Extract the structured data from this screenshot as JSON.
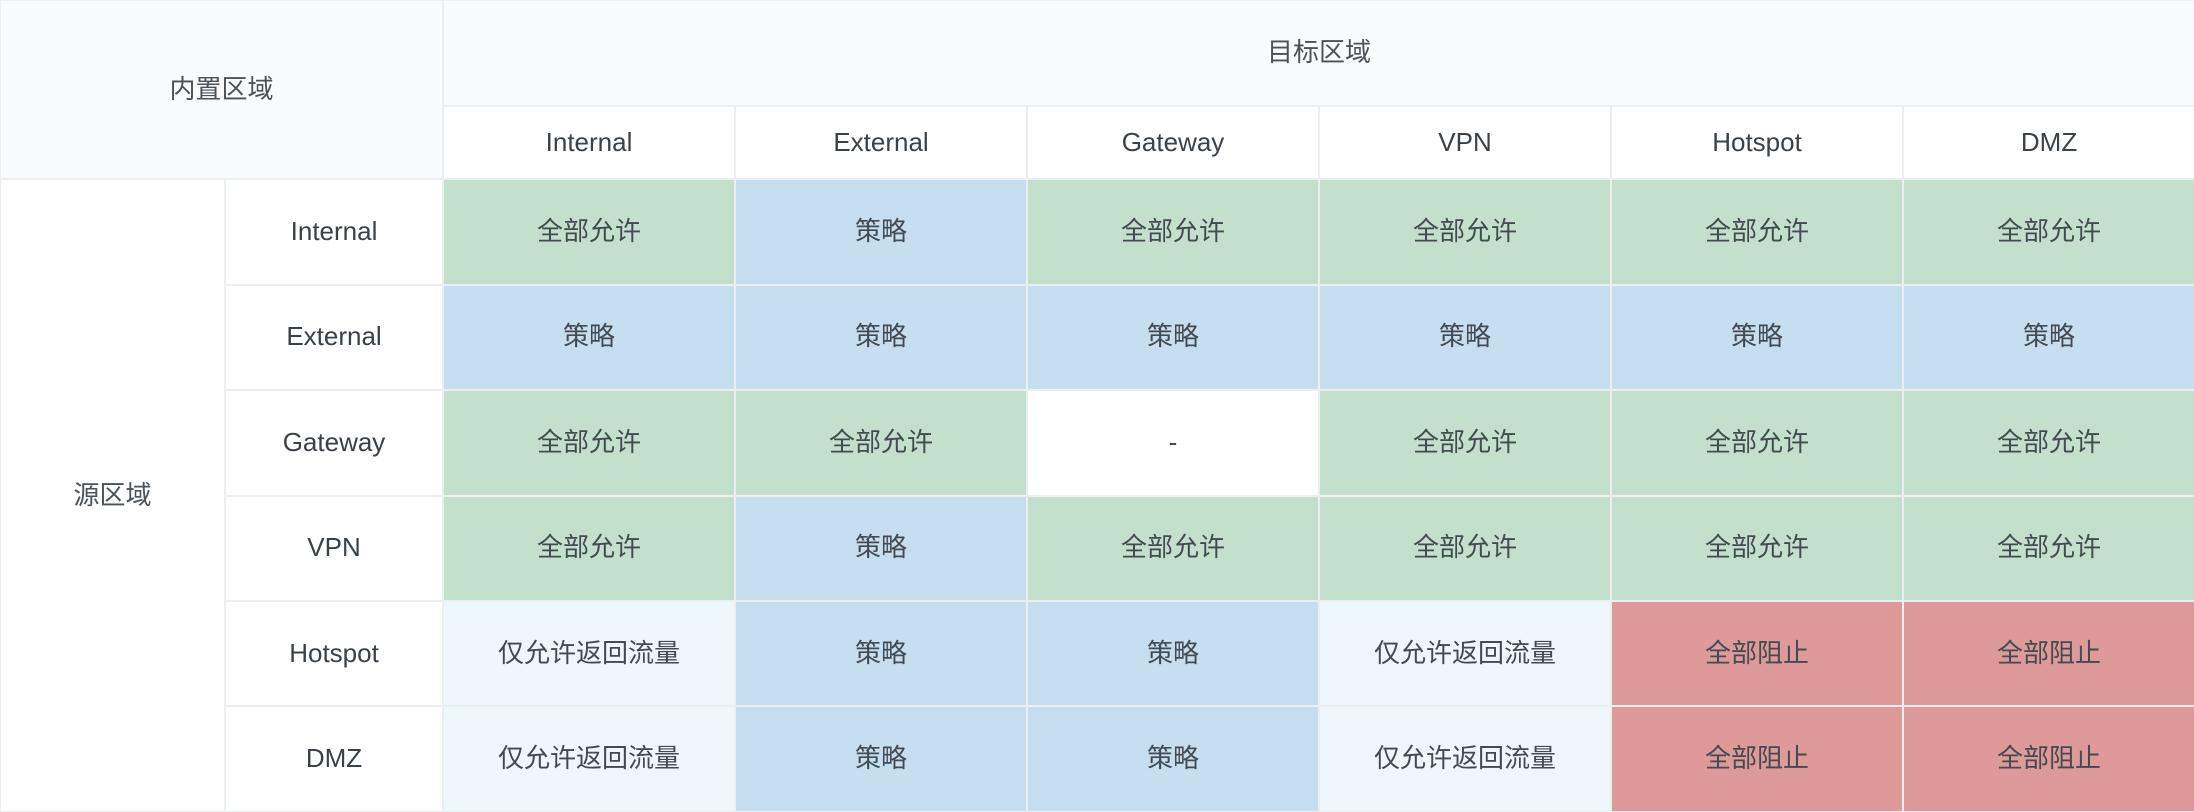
{
  "header": {
    "corner_label": "内置区域",
    "target_group_label": "目标区域",
    "source_group_label": "源区域"
  },
  "zones": {
    "columns": [
      "Internal",
      "External",
      "Gateway",
      "VPN",
      "Hotspot",
      "DMZ"
    ],
    "rows": [
      "Internal",
      "External",
      "Gateway",
      "VPN",
      "Hotspot",
      "DMZ"
    ]
  },
  "legend": {
    "allow": "全部允许",
    "policy": "策略",
    "return": "仅允许返回流量",
    "block": "全部阻止",
    "none": "-"
  },
  "colors": {
    "allow": "#c3e0cd",
    "policy": "#c5dff0",
    "return": "#eef7fc",
    "block": "#de9a98",
    "none": "#ffffff",
    "header_bg": "#fafbfc",
    "border": "#eceff1",
    "text": "#40474f"
  },
  "matrix": [
    {
      "source": "Internal",
      "cells": [
        {
          "target": "Internal",
          "value": "全部允许",
          "kind": "allow"
        },
        {
          "target": "External",
          "value": "策略",
          "kind": "policy"
        },
        {
          "target": "Gateway",
          "value": "全部允许",
          "kind": "allow"
        },
        {
          "target": "VPN",
          "value": "全部允许",
          "kind": "allow"
        },
        {
          "target": "Hotspot",
          "value": "全部允许",
          "kind": "allow"
        },
        {
          "target": "DMZ",
          "value": "全部允许",
          "kind": "allow"
        }
      ]
    },
    {
      "source": "External",
      "cells": [
        {
          "target": "Internal",
          "value": "策略",
          "kind": "policy"
        },
        {
          "target": "External",
          "value": "策略",
          "kind": "policy"
        },
        {
          "target": "Gateway",
          "value": "策略",
          "kind": "policy"
        },
        {
          "target": "VPN",
          "value": "策略",
          "kind": "policy"
        },
        {
          "target": "Hotspot",
          "value": "策略",
          "kind": "policy"
        },
        {
          "target": "DMZ",
          "value": "策略",
          "kind": "policy"
        }
      ]
    },
    {
      "source": "Gateway",
      "cells": [
        {
          "target": "Internal",
          "value": "全部允许",
          "kind": "allow"
        },
        {
          "target": "External",
          "value": "全部允许",
          "kind": "allow"
        },
        {
          "target": "Gateway",
          "value": "-",
          "kind": "none"
        },
        {
          "target": "VPN",
          "value": "全部允许",
          "kind": "allow"
        },
        {
          "target": "Hotspot",
          "value": "全部允许",
          "kind": "allow"
        },
        {
          "target": "DMZ",
          "value": "全部允许",
          "kind": "allow"
        }
      ]
    },
    {
      "source": "VPN",
      "cells": [
        {
          "target": "Internal",
          "value": "全部允许",
          "kind": "allow"
        },
        {
          "target": "External",
          "value": "策略",
          "kind": "policy"
        },
        {
          "target": "Gateway",
          "value": "全部允许",
          "kind": "allow"
        },
        {
          "target": "VPN",
          "value": "全部允许",
          "kind": "allow"
        },
        {
          "target": "Hotspot",
          "value": "全部允许",
          "kind": "allow"
        },
        {
          "target": "DMZ",
          "value": "全部允许",
          "kind": "allow"
        }
      ]
    },
    {
      "source": "Hotspot",
      "cells": [
        {
          "target": "Internal",
          "value": "仅允许返回流量",
          "kind": "return"
        },
        {
          "target": "External",
          "value": "策略",
          "kind": "policy"
        },
        {
          "target": "Gateway",
          "value": "策略",
          "kind": "policy"
        },
        {
          "target": "VPN",
          "value": "仅允许返回流量",
          "kind": "return"
        },
        {
          "target": "Hotspot",
          "value": "全部阻止",
          "kind": "block"
        },
        {
          "target": "DMZ",
          "value": "全部阻止",
          "kind": "block"
        }
      ]
    },
    {
      "source": "DMZ",
      "cells": [
        {
          "target": "Internal",
          "value": "仅允许返回流量",
          "kind": "return"
        },
        {
          "target": "External",
          "value": "策略",
          "kind": "policy"
        },
        {
          "target": "Gateway",
          "value": "策略",
          "kind": "policy"
        },
        {
          "target": "VPN",
          "value": "仅允许返回流量",
          "kind": "return"
        },
        {
          "target": "Hotspot",
          "value": "全部阻止",
          "kind": "block"
        },
        {
          "target": "DMZ",
          "value": "全部阻止",
          "kind": "block"
        }
      ]
    }
  ]
}
